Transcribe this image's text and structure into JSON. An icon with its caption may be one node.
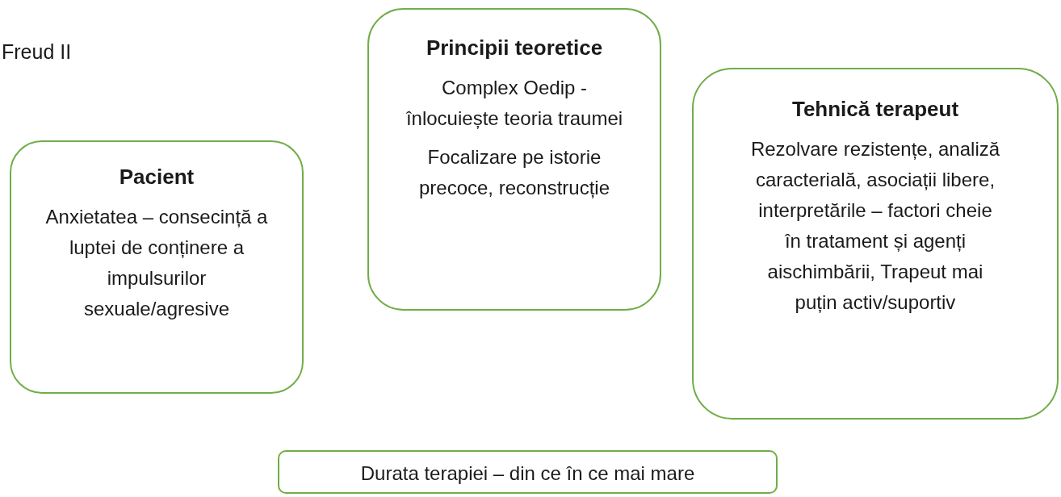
{
  "diagram": {
    "title": "Freud II",
    "nodes": [
      {
        "text": [
          "Pacient",
          "Anxietatea – consecință a luptei de conținere a impulsurilor sexuale/agresive"
        ]
      },
      {
        "text": [
          "Principii teoretice",
          "Complex Oedip - înlocuiește teoria traumei",
          "Focalizare pe istorie precoce, reconstrucție"
        ]
      },
      {
        "text": [
          "Tehnică terapeut",
          "Rezolvare rezistențe, analiză caracterială, asociații libere, interpretările – factori cheie în tratament și agenți aischimbării, Trapeut mai puțin activ/suportiv"
        ]
      },
      {
        "text": [
          "Durata terapiei – din ce în ce mai mare"
        ]
      }
    ],
    "edges": []
  }
}
